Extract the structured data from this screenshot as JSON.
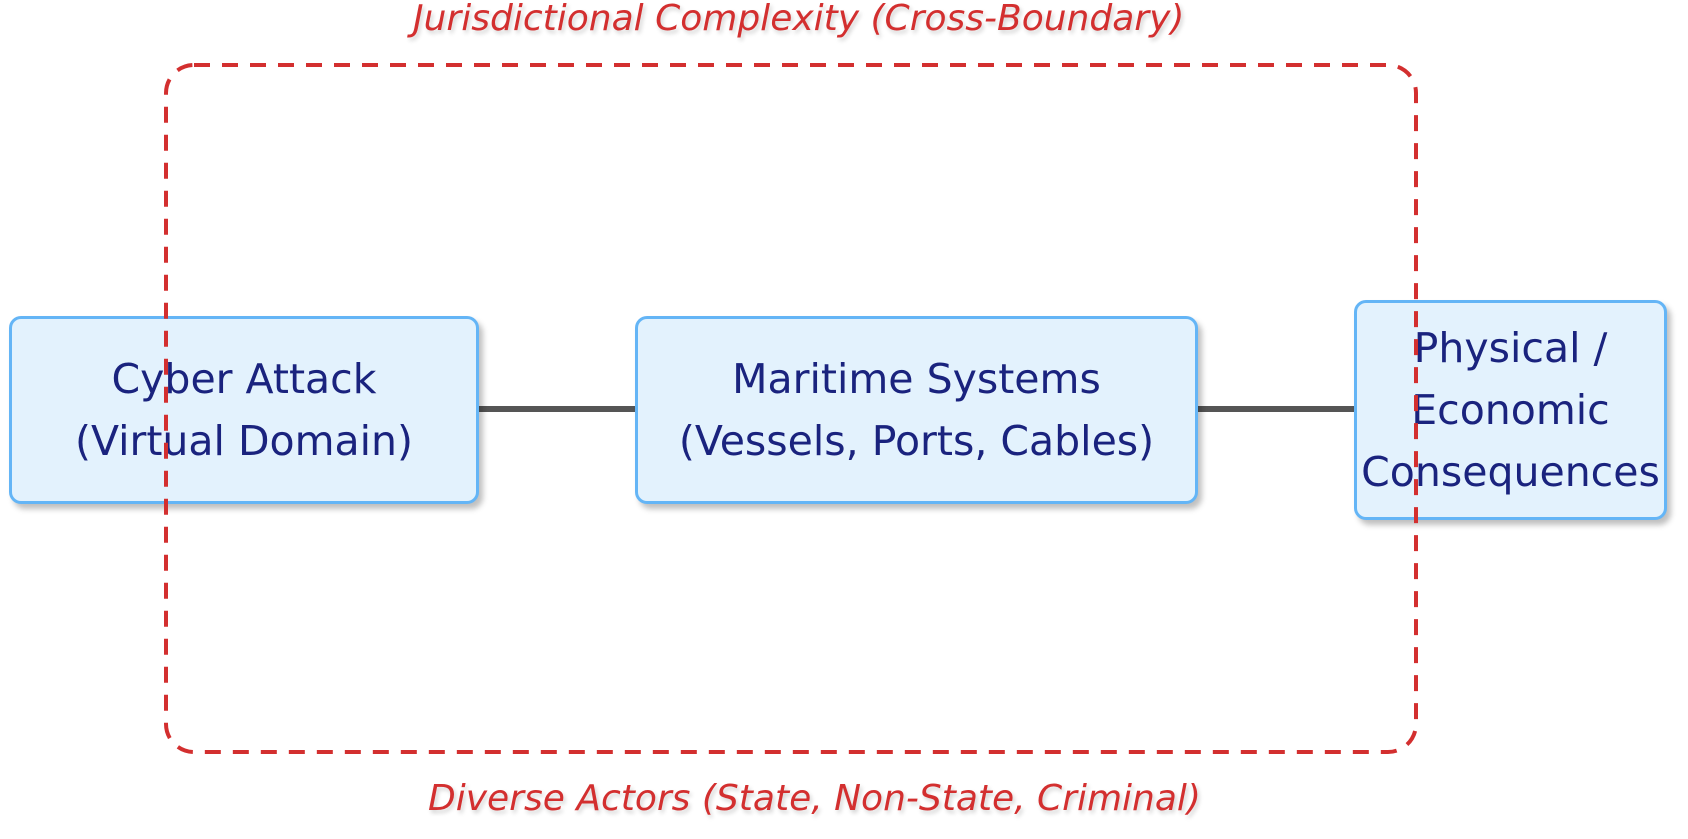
{
  "diagram": {
    "nodes": [
      {
        "id": "cyber-attack",
        "lines": [
          "Cyber Attack",
          "(Virtual Domain)"
        ]
      },
      {
        "id": "maritime-systems",
        "lines": [
          "Maritime Systems",
          "(Vessels, Ports, Cables)"
        ]
      },
      {
        "id": "consequences",
        "lines": [
          "Physical /",
          "Economic",
          "Consequences"
        ]
      }
    ],
    "edges": [
      {
        "from": "cyber-attack",
        "to": "maritime-systems"
      },
      {
        "from": "maritime-systems",
        "to": "consequences"
      }
    ],
    "boundary": {
      "top_label": "Jurisdictional Complexity (Cross-Boundary)",
      "bottom_label": "Diverse Actors (State, Non-State, Criminal)"
    }
  },
  "colors": {
    "node_fill": "#e3f2fd",
    "node_border": "#64b5f6",
    "node_text": "#1a237e",
    "boundary": "#d32f2f",
    "edge": "#555555"
  }
}
